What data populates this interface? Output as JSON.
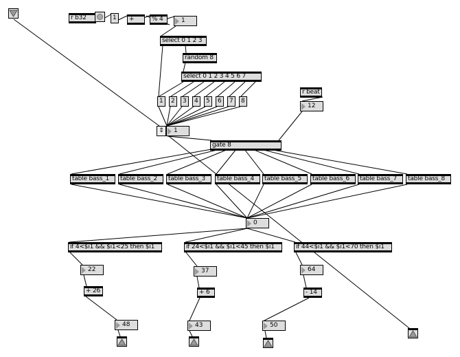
{
  "objects": {
    "r_b32": "r b32",
    "msg_one": "1",
    "plus": "+",
    "mod4": "% 4",
    "select4": "select 0 1 2 3",
    "random8": "random 8",
    "select8": "select 0 1 2 3 4 5 6 7",
    "r_beat": "r beat",
    "gate8": "gate 8",
    "if1": "if 4<$i1 && $i1<25 then $i1",
    "if2": "if 24<$i1 && $i1<45 then $i1",
    "if3": "if 44<$i1 && $i1<70 then $i1",
    "add26": "+ 26",
    "add6": "+ 6",
    "sub14": "- 14"
  },
  "messages": [
    "1",
    "2",
    "3",
    "4",
    "5",
    "6",
    "7",
    "8"
  ],
  "tables": [
    "table bass_1",
    "table bass_2",
    "table bass_3",
    "table bass_4",
    "table bass_5",
    "table bass_6",
    "table bass_7",
    "table bass_8"
  ],
  "numbers": {
    "counter": "1",
    "beat": "12",
    "int_val": "1",
    "table_out": "0",
    "n22": "22",
    "n37": "37",
    "n64": "64",
    "n48": "48",
    "n43": "43",
    "n50": "50"
  }
}
